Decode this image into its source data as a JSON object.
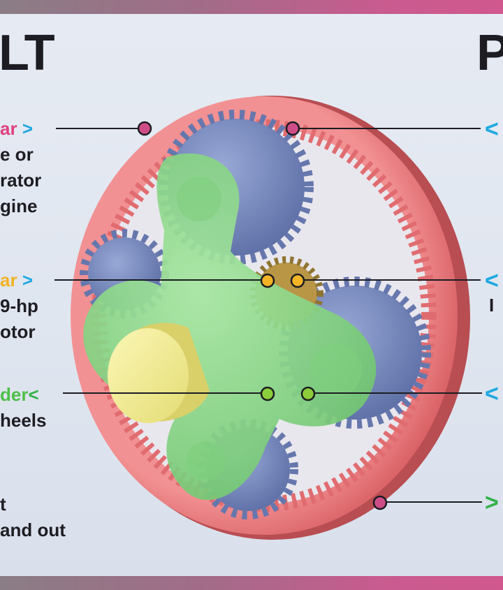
{
  "headings": {
    "left": "LT",
    "right": "P"
  },
  "colors": {
    "ring_gear": "#ef7a7c",
    "planet_gears": "#7d8fc0",
    "carrier": "#8fd98f",
    "sun_gear": "#c9a84a",
    "shaft": "#f3ef9a",
    "ring_label": "#e0407f",
    "sun_label": "#f2b325",
    "carrier_label": "#4fbf4a",
    "cyan_arrow": "#1ea9e0",
    "green_arrow": "#34b24a"
  },
  "left_labels": {
    "ring": {
      "name": "ar",
      "arrow": ">",
      "line1": "e or",
      "line2": "rator",
      "line3": "gine"
    },
    "sun": {
      "name": "ar",
      "arrow": ">",
      "line1": "9-hp",
      "line2": "otor"
    },
    "carrier": {
      "name": "der",
      "arrow": "<",
      "line1": "heels"
    },
    "bottom": {
      "line1": "t",
      "line2": "and out"
    }
  },
  "right_arrows": {
    "a": "<",
    "b": "<",
    "c": "<",
    "d": ">"
  },
  "right_fragments": {
    "b": "I"
  }
}
